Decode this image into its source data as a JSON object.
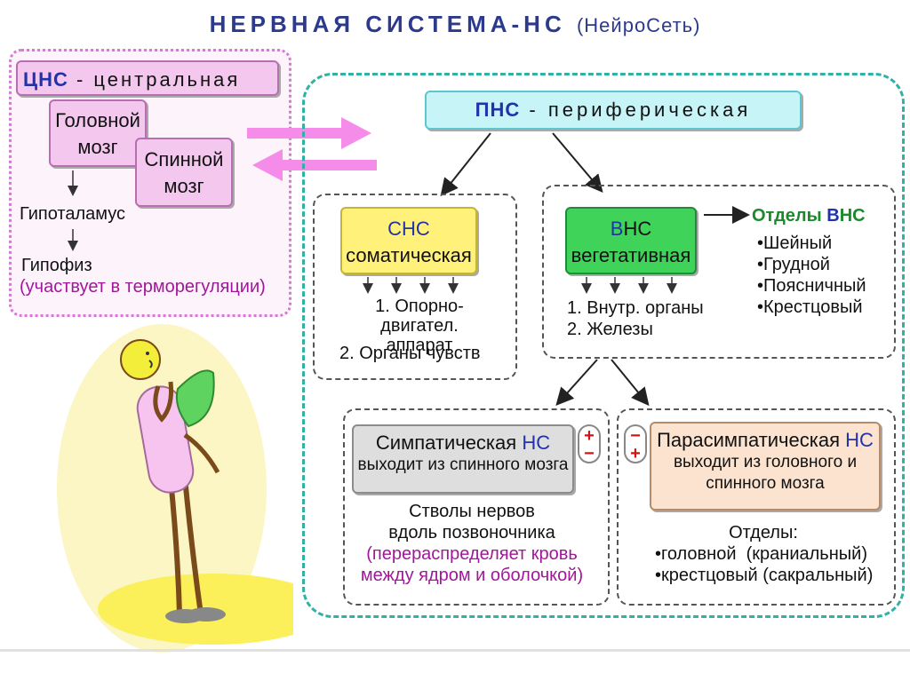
{
  "title": {
    "main": "НЕРВНАЯ СИСТЕМА-",
    "ns": "НС",
    "sub": "(НейроСеть)"
  },
  "cns": {
    "abbr": "ЦНС",
    "name": " - центральная",
    "brain": "Головной мозг",
    "brain_l1": "Головной",
    "brain_l2": "мозг",
    "spine_l1": "Спинной",
    "spine_l2": "мозг",
    "hypothalamus": "Гипоталамус",
    "pituitary": "Гипофиз",
    "pituitary_note": "(участвует в терморегуляции)"
  },
  "pns": {
    "abbr": "ПНС",
    "name": " - периферическая"
  },
  "sns": {
    "abbr": "СНС",
    "name": "соматическая",
    "item1_l1": "1. Опорно-двигател.",
    "item1_l2": "аппарат",
    "item2": "2. Органы чувств"
  },
  "vns": {
    "abbr_v": "В",
    "abbr_rest": "НС",
    "name": "вегетативная",
    "item1": "1. Внутр. органы",
    "item2": "2. Железы",
    "divisions_title_pre": "Отделы ",
    "divisions_title_v": "В",
    "divisions_title_post": "НС",
    "divisions": [
      "•Шейный",
      "•Грудной",
      "•Поясничный",
      "•Крестцовый"
    ]
  },
  "symp": {
    "title_pre": "Симпатическая ",
    "title_ns": "НС",
    "sub": "выходит из спинного мозга",
    "sign_top": "+",
    "sign_bottom": "−",
    "text_l1": "Стволы нервов",
    "text_l2": "вдоль позвоночника",
    "note_l1": "(перераспределяет кровь",
    "note_l2": "между ядром и оболочкой)"
  },
  "para": {
    "title_pre": "Парасимпатическая ",
    "title_ns": "НС",
    "sub_l1": "выходит из головного и",
    "sub_l2": "спинного мозга",
    "sign_top": "−",
    "sign_bottom": "+",
    "divisions_title": "Отделы:",
    "div1": "•головной  (краниальный)",
    "div2": "•крестцовый (сакральный)"
  },
  "colors": {
    "accent_blue": "#2233aa",
    "magenta": "#a0179a",
    "pink_box": "#f3c7ee",
    "cyan_box": "#c6f4f7",
    "yellow_box": "#fff17a",
    "green_box": "#3fd35a",
    "gray_box": "#dedede",
    "peach_box": "#fbe3cf",
    "teal_border": "#2fb1a6",
    "sign_red": "#d01313"
  },
  "icons": [
    "double-arrow-icon",
    "stick-figure-illustration",
    "plus-minus-sign-icon",
    "minus-plus-sign-icon"
  ]
}
